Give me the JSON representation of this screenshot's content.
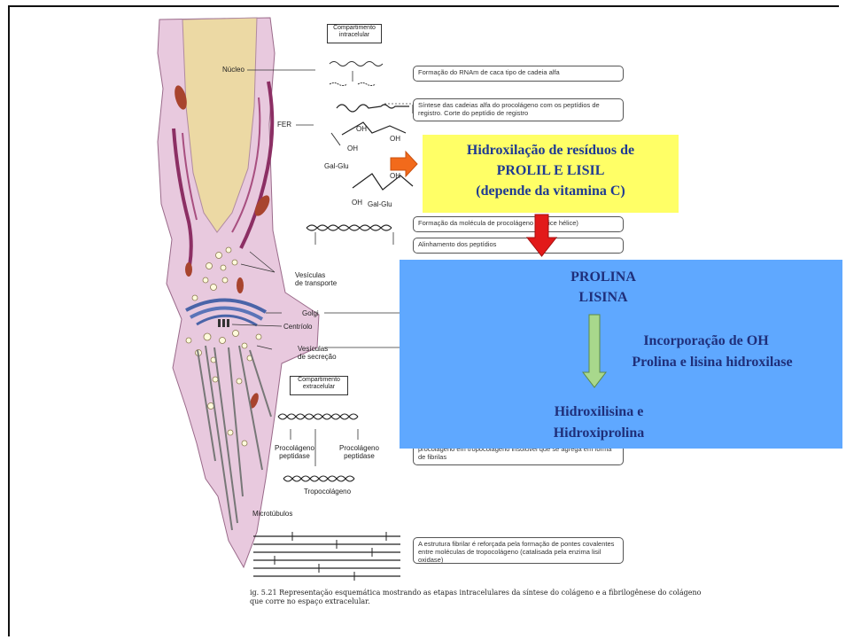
{
  "figure": {
    "nucleus_label": "Núcleo",
    "fer_label": "FER",
    "vesicles_transport_label": "Vesículas\nde transporte",
    "golgi_label": "Golgi",
    "centriolo_label": "Centríolo",
    "vesicles_secretion_label": "Vesículas\nde secreção",
    "microtubules_label": "Microtúbulos",
    "compartment_intracellular": "Compartimento\nintracelular",
    "compartment_extracellular": "Compartimento\nextracelular",
    "ohs": [
      "OH",
      "OH",
      "OH",
      "OH",
      "OH"
    ],
    "gal_glu_1": "Gal-Glu",
    "gal_glu_2": "Gal-Glu",
    "procolageno_peptidase_left": "Procolágeno\npeptidase",
    "procolageno_peptidase_right": "Procolágeno\npeptidase",
    "tropocolageno_label": "Tropocolágeno",
    "steps": [
      "Formação do RNAm de caca tipo de cadeia alfa",
      "Síntese das cadeias alfa do procolágeno com os peptídios de registro. Corte do peptídio de registro",
      "Formação da molécula de procolágeno (tríplice hélice)",
      "Alinhamento dos peptídios",
      "procolágeno em tropocolágeno insolúvel que se agrega em forma de fibrilas",
      "A estrutura fibrilar é reforçada pela formação de pontes covalentes entre moléculas de tropocolágeno (catalisada pela enzima lisil oxidase)"
    ],
    "caption": "ig. 5.21 Representação esquemática mostrando as etapas intracelulares da síntese do colágeno e a fibrilogênese do colágeno que corre no espaço extracelular."
  },
  "yellow_box": {
    "line1": "Hidroxilação de resíduos de",
    "line2": "PROLIL E LISIL",
    "line3": "(depende da vitamina C)"
  },
  "blue_box": {
    "line1": "PROLINA",
    "line2": "LISINA",
    "arrow_text1": "Incorporação de OH",
    "arrow_text2": "Prolina e lisina hidroxilase",
    "result1": "Hidroxilisina e",
    "result2": "Hidroxiprolina"
  },
  "colors": {
    "yellow": "#ffff66",
    "blue": "#5fa8ff",
    "title_blue": "#1f3a93",
    "orange_arrow": "#f26a1b",
    "red_arrow": "#e21a1a",
    "green_arrow": "#a8d88c",
    "cell_pink": "#e8c9de",
    "nucleus": "#ecd9a4"
  }
}
